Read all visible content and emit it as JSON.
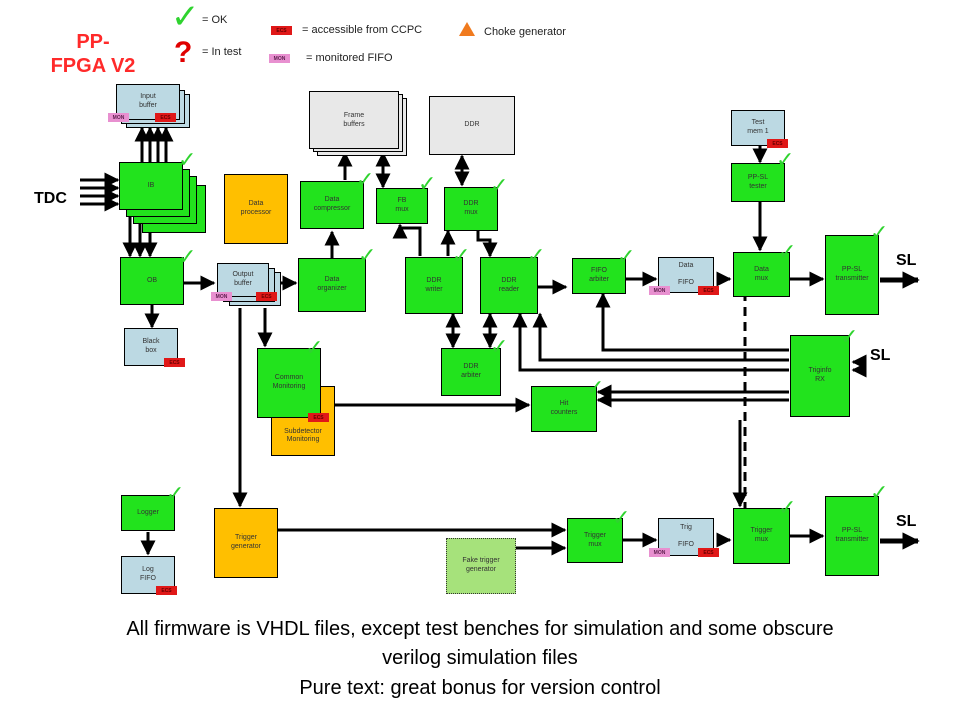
{
  "title_line1": "PP-",
  "title_line2": "FPGA V2",
  "legend": {
    "ok": "= OK",
    "in_test": "= In test",
    "ccpc_tag": "ECS",
    "ccpc_text": "= accessible from CCPC",
    "mon_tag": "MON",
    "mon_text": "= monitored FIFO",
    "choke": "Choke generator"
  },
  "side_labels": {
    "tdc": "TDC",
    "sl1": "SL",
    "sl2": "SL",
    "sl3": "SL"
  },
  "blocks": {
    "input_buffer": "Input\nbuffer",
    "ib": "IB",
    "ob": "OB",
    "black_box": "Black\nbox",
    "data_processor": "Data\nprocessor",
    "output_buffer": "Output\nbuffer",
    "common_monitoring": "Common\nMonitoring",
    "subdetector_monitoring": "Subdetector\nMonitoring",
    "frame_buffers": "Frame\nbuffers",
    "ddr": "DDR",
    "data_compressor": "Data\ncompressor",
    "fb_mux": "FB\nmux",
    "ddr_mux": "DDR\nmux",
    "data_organizer": "Data\norganizer",
    "ddr_writer": "DDR\nwriter",
    "ddr_reader": "DDR\nreader",
    "ddr_arbiter": "DDR\narbiter",
    "fifo_arbiter": "FIFO\narbiter",
    "data_fifo": "Data\n\nFIFO",
    "test_mem": "Test\nmem 1",
    "ppsl_tester": "PP-SL\ntester",
    "data_mux": "Data\nmux",
    "ppsl_transmitter_1": "PP-SL\ntransmitter",
    "triginfo_rx": "Triginfo\nRX",
    "hit_counters": "Hit\ncounters",
    "logger": "Logger",
    "log_fifo": "Log\nFIFO",
    "trigger_generator": "Trigger\ngenerator",
    "fake_trigger_generator": "Fake trigger\ngenerator",
    "trigger_mux_1": "Trigger\nmux",
    "trig_fifo": "Trig\n\nFIFO",
    "trigger_mux_2": "Trigger\nmux",
    "ppsl_transmitter_2": "PP-SL\ntransmitter"
  },
  "tags": {
    "ccpc": "ECS",
    "mon": "MON"
  },
  "bottom_text": {
    "line1": "All firmware is VHDL files, except test benches for simulation and some obscure",
    "line2": "verilog simulation files",
    "line3": "Pure text: great bonus for version control"
  },
  "colors": {
    "ok": "#2fd32f",
    "in_test": "#e00000",
    "block_green": "#22e31d",
    "title": "#ff2a2a",
    "choke": "#f07a1e"
  },
  "icons": {
    "ok": "check-icon",
    "in_test": "question-icon",
    "choke": "triangle-icon"
  }
}
